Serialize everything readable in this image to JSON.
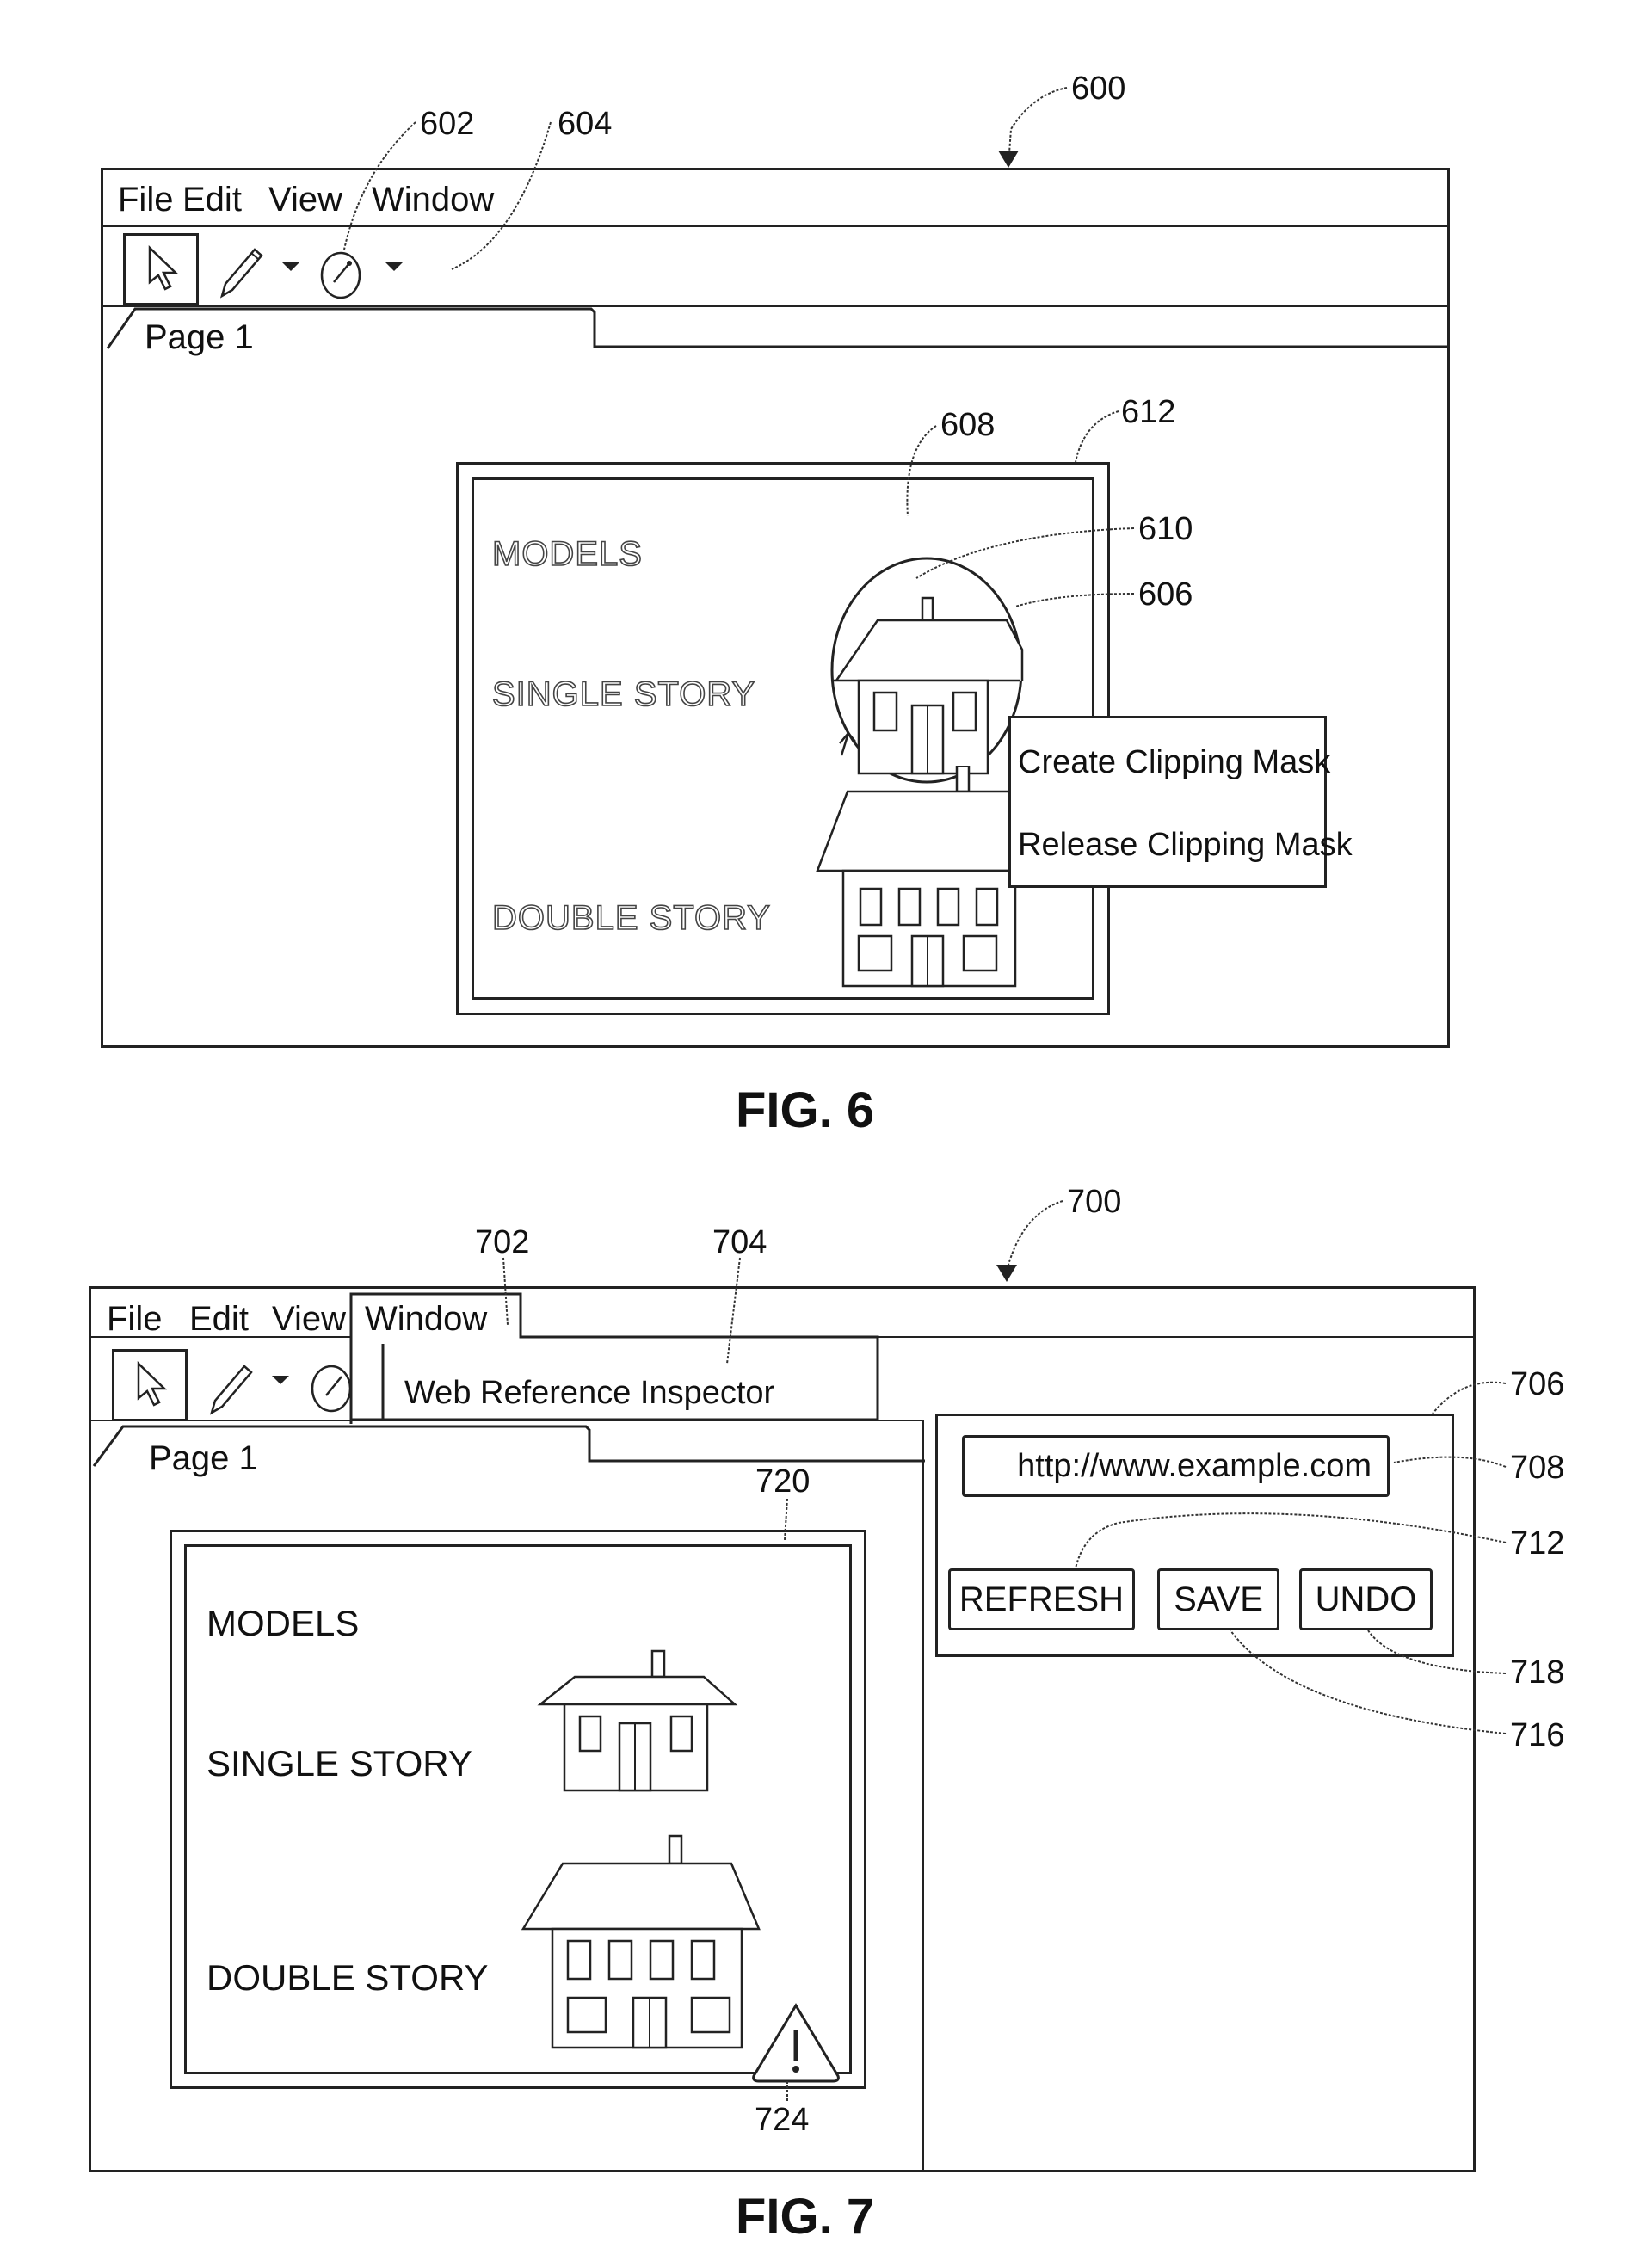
{
  "fig6": {
    "caption": "FIG. 6",
    "ref_window": "600",
    "menu": [
      "File",
      "Edit",
      "View",
      "Window"
    ],
    "toolbar": {
      "tools": [
        "selection-arrow",
        "pencil",
        "clip-tool"
      ],
      "ref_tool": "602",
      "ref_dropdown": "604"
    },
    "tab_label": "Page 1",
    "artboard": {
      "ref_artboard": "612",
      "ref_area": "608",
      "ref_mask_region": "610",
      "ref_mask_shape": "606",
      "labels": [
        "MODELS",
        "SINGLE STORY",
        "DOUBLE STORY"
      ]
    },
    "context_menu": {
      "items": [
        "Create Clipping Mask",
        "Release Clipping Mask"
      ]
    }
  },
  "fig7": {
    "caption": "FIG. 7",
    "ref_window": "700",
    "menu": [
      "File",
      "Edit",
      "View",
      "Window"
    ],
    "ref_window_menu": "702",
    "window_menu_items": [
      "Web Reference Inspector"
    ],
    "ref_menu_item": "704",
    "tab_label": "Page 1",
    "artboard": {
      "ref_artboard": "720",
      "labels": [
        "MODELS",
        "SINGLE STORY",
        "DOUBLE STORY"
      ],
      "ref_warning": "724"
    },
    "inspector": {
      "ref_panel": "706",
      "url_value": "http://www.example.com",
      "ref_url": "708",
      "buttons": [
        "REFRESH",
        "SAVE",
        "UNDO"
      ],
      "ref_refresh": "712",
      "ref_save": "716",
      "ref_undo": "718"
    }
  }
}
